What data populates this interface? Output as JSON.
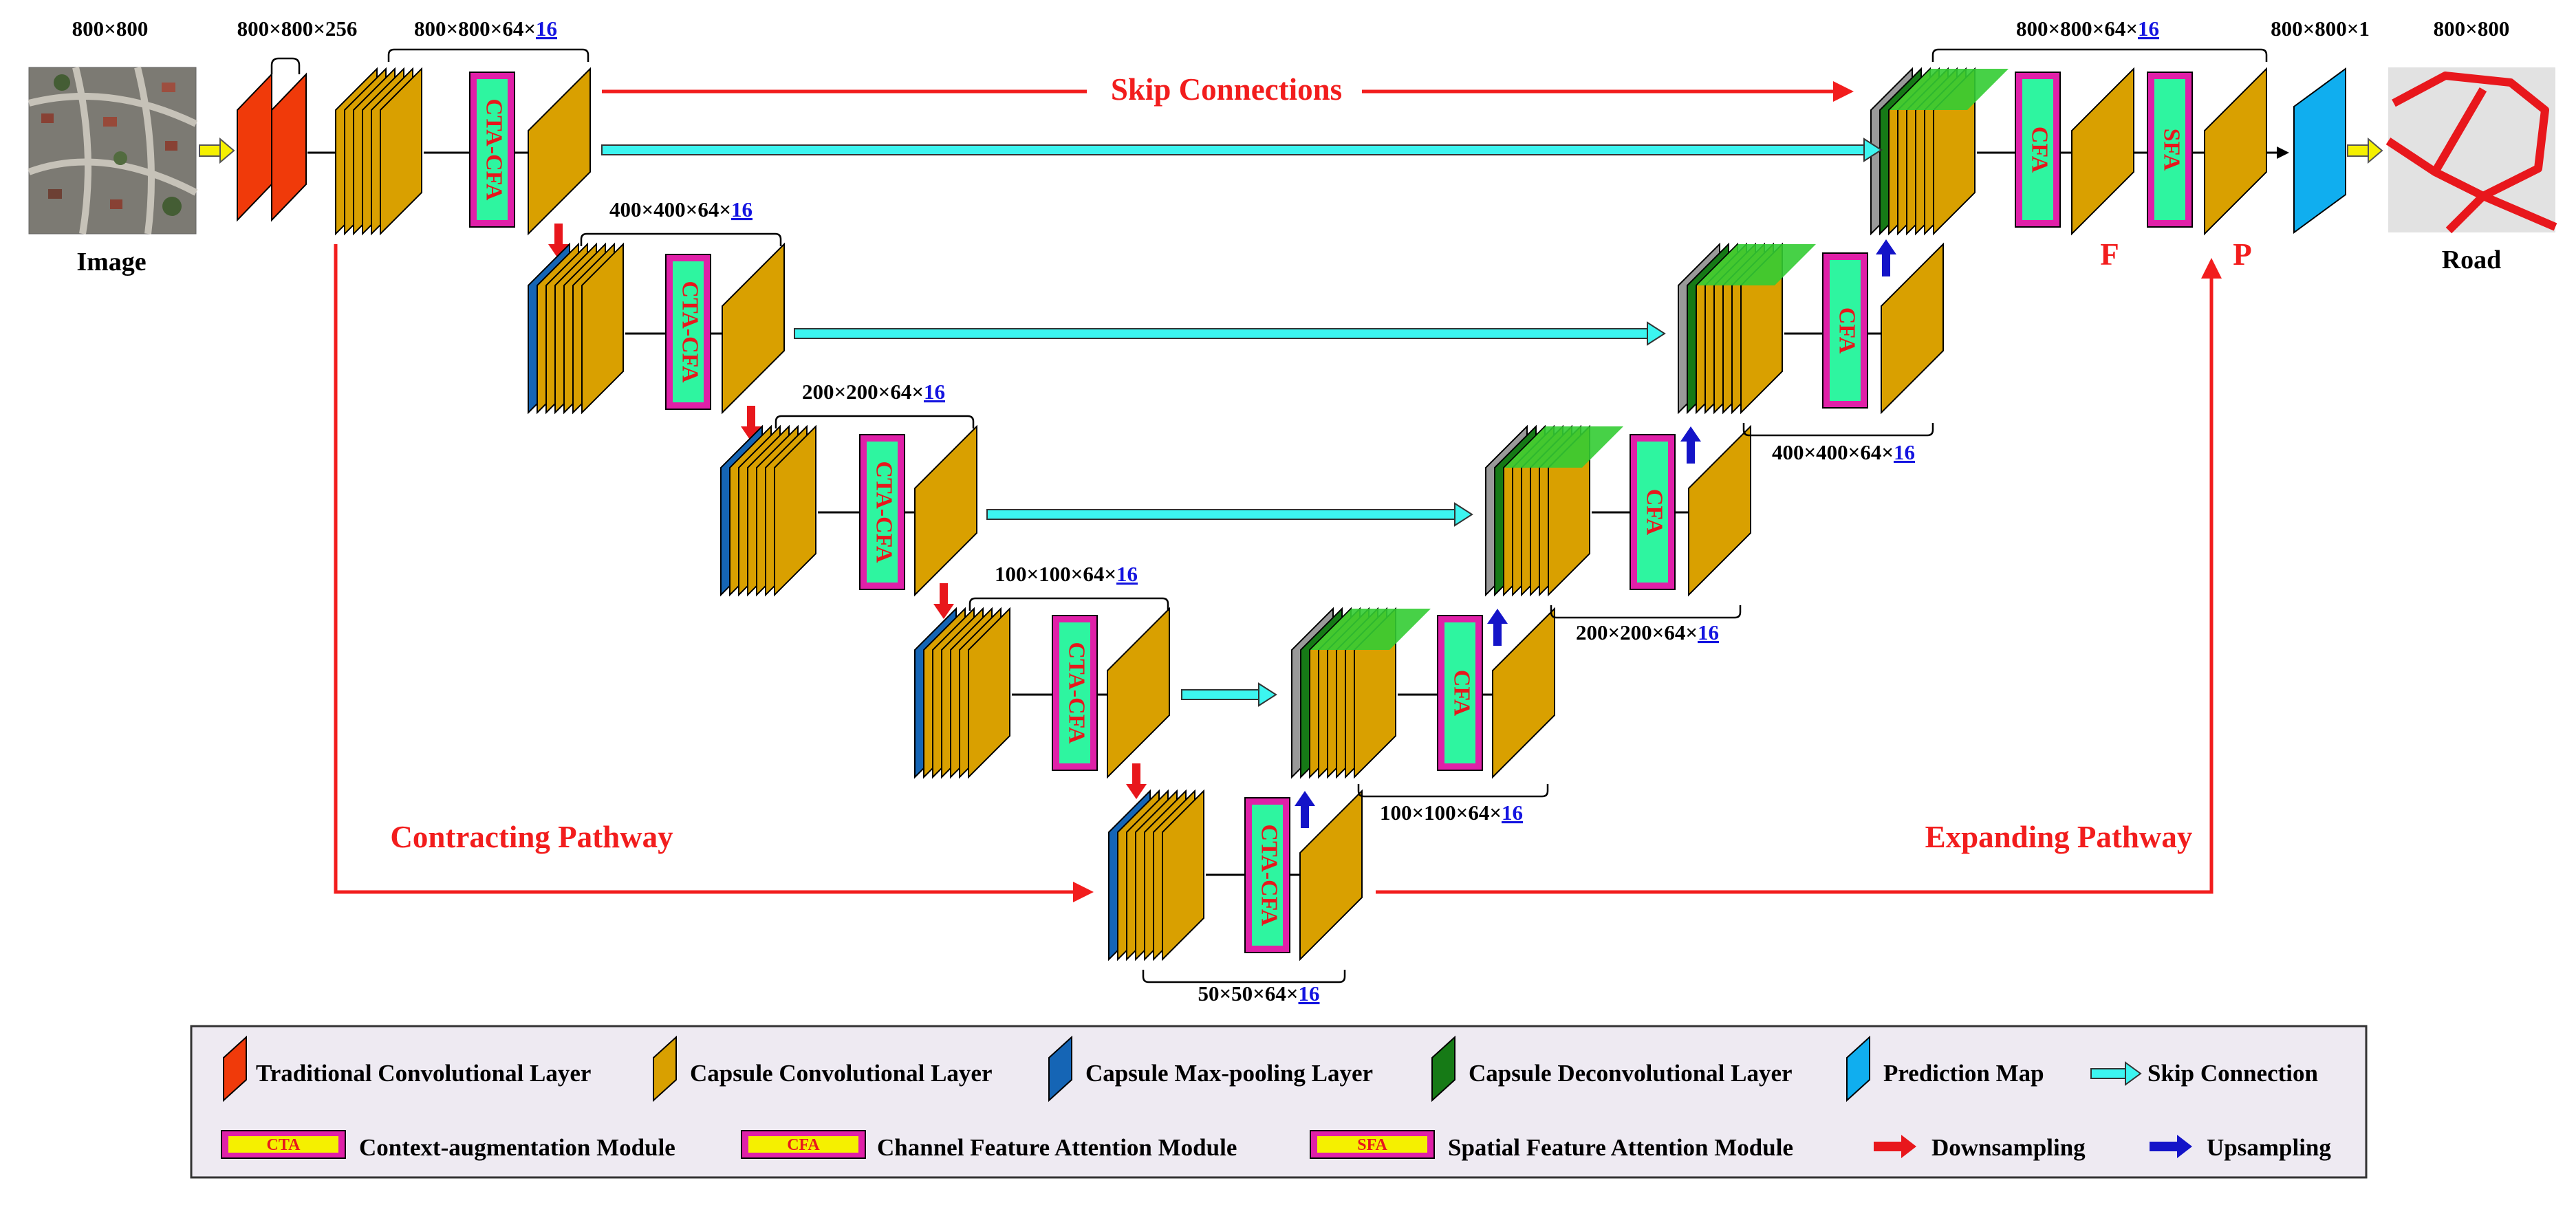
{
  "labels": {
    "input_size": "800×800",
    "input_caption": "Image",
    "conv_size": "800×800×256",
    "output_size": "800×800",
    "output_caption": "Road",
    "pred_size": "800×800×1",
    "dims_prefix": {
      "enc1": "800×800×64×",
      "enc2": "400×400×64×",
      "enc3": "200×200×64×",
      "enc4": "100×100×64×",
      "bottom": "50×50×64×",
      "dec4": "100×100×64×",
      "dec3": "200×200×64×",
      "dec2": "400×400×64×",
      "dec1": "800×800×64×"
    },
    "dims_suffix": "16",
    "skip_connections": "Skip Connections",
    "contracting": "Contracting Pathway",
    "expanding": "Expanding Pathway",
    "F": "F",
    "P": "P",
    "cta_cfa": "CTA-CFA",
    "cfa": "CFA",
    "sfa": "SFA"
  },
  "legend": {
    "traditional_conv": "Traditional Convolutional Layer",
    "capsule_conv": "Capsule Convolutional Layer",
    "capsule_maxpool": "Capsule Max-pooling Layer",
    "capsule_deconv": "Capsule Deconvolutional Layer",
    "prediction_map": "Prediction Map",
    "skip_connection": "Skip Connection",
    "cta_tag": "CTA",
    "cta_label": "Context-augmentation Module",
    "cfa_tag": "CFA",
    "cfa_label": "Channel Feature Attention  Module",
    "sfa_tag": "SFA",
    "sfa_label": "Spatial Feature Attention  Module",
    "downsampling": "Downsampling",
    "upsampling": "Upsampling"
  },
  "colors": {
    "capsule_front": "#D9A000",
    "capsule_side": "#E8B100",
    "conv_red": "#F03A0A",
    "maxpool_blue": "#1565B5",
    "deconv_green": "#167A16",
    "bright_green": "#33CC33",
    "prediction_cyan": "#10AEEF",
    "module_magenta": "#E020A8",
    "module_fill": "#2EF5A0",
    "skip_cyan": "#3CF5F0",
    "arrow_red": "#F21D1D",
    "arrow_blue": "#1414C8",
    "arrow_yellow": "#F5F000"
  }
}
